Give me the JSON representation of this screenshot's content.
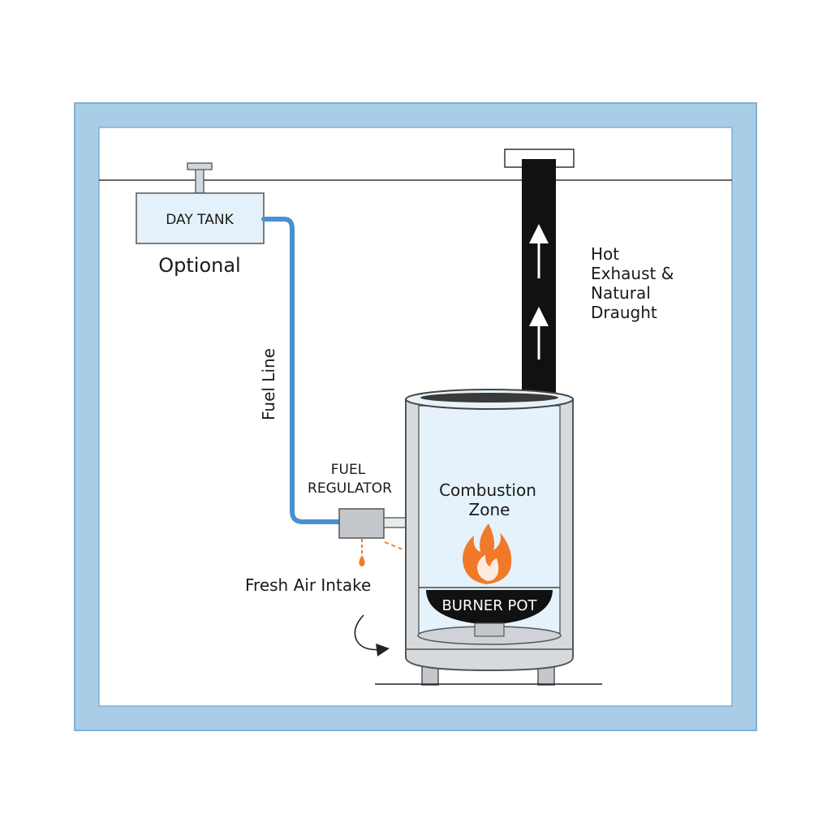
{
  "labels": {
    "day_tank": "DAY TANK",
    "optional": "Optional",
    "fuel_line": "Fuel Line",
    "fuel_regulator_1": "FUEL",
    "fuel_regulator_2": "REGULATOR",
    "combustion_1": "Combustion",
    "combustion_2": "Zone",
    "burner_pot": "BURNER POT",
    "fresh_air": "Fresh Air Intake",
    "exhaust_1": "Hot",
    "exhaust_2": "Exhaust &",
    "exhaust_3": "Natural",
    "exhaust_4": "Draught"
  },
  "colors": {
    "frame": "#a9cde6",
    "frame_border": "#7fb0d4",
    "fuel_line": "#4a8fcf",
    "chimney": "#111111",
    "flame": "#f07a2a",
    "tank_fill": "#e4f1fa",
    "drum_fill": "#e6f2fb",
    "drum_edge": "#555555"
  }
}
